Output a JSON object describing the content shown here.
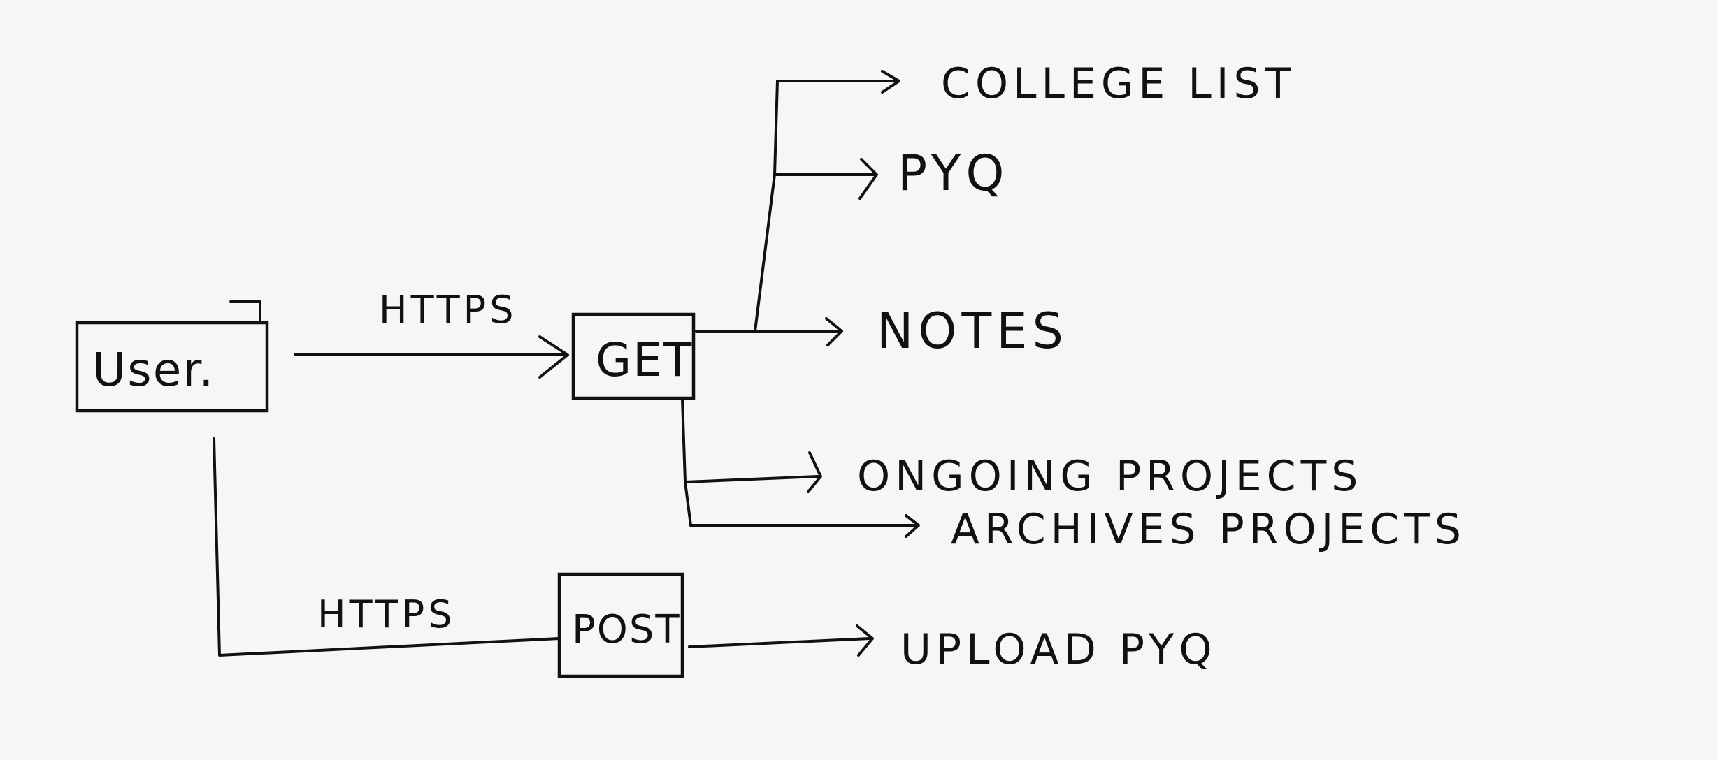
{
  "nodes": {
    "user": "User.",
    "get": "GET",
    "post": "POST"
  },
  "edges": {
    "user_to_get": "HTTPS",
    "user_to_post": "HTTPS"
  },
  "get_endpoints": [
    "COLLEGE LIST",
    "PYQ",
    "NOTES",
    "ONGOING PROJECTS",
    "ARCHIVES PROJECTS"
  ],
  "post_endpoints": [
    "UPLOAD PYQ"
  ]
}
